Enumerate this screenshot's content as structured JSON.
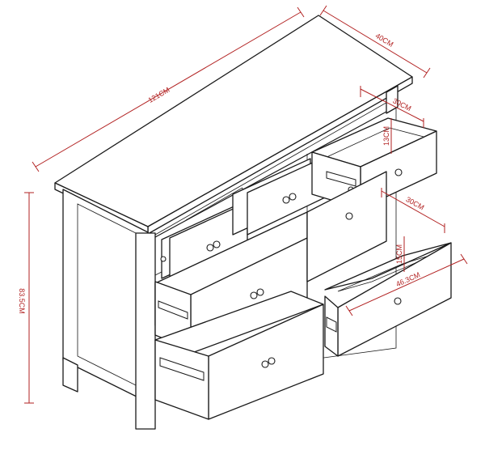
{
  "dimensions": {
    "width": "121CM",
    "depth": "40CM",
    "height": "83.5CM",
    "small_drawer_depth": "30CM",
    "small_drawer_height": "13CM",
    "large_drawer_depth": "30CM",
    "large_drawer_height": "15CM",
    "large_drawer_width": "46.3CM"
  },
  "colors": {
    "outline": "#1a1a1a",
    "dimension": "#b22222",
    "background": "#ffffff"
  }
}
